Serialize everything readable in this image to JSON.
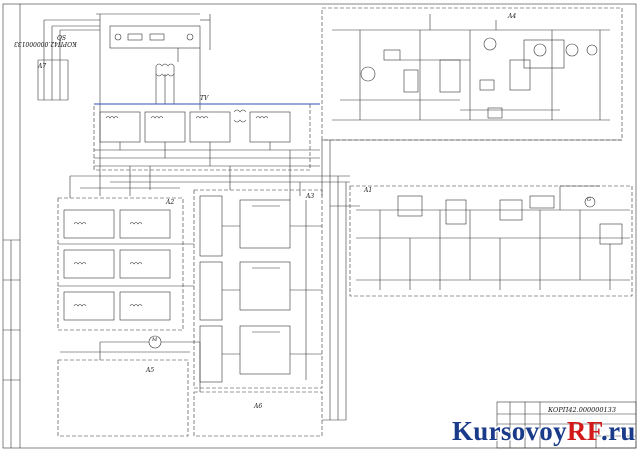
{
  "drawing": {
    "document_code": "КОРП42.000000133",
    "vertical_code": "КОРП42.000000133"
  },
  "blocks": {
    "b_ac": "QS",
    "b_a4": "A4",
    "b_tv": "TV",
    "b_a1": "A1",
    "b_a2": "A2",
    "b_a3": "A3",
    "b_a5": "A5",
    "b_a6": "A6",
    "b_a7": "A7",
    "b_m": "M",
    "b_g": "G"
  },
  "watermark": {
    "part1": "Kursovoy",
    "part2": "RF",
    "part3": ".ru"
  }
}
